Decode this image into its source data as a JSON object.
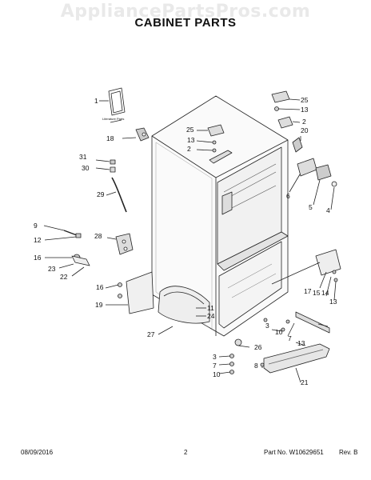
{
  "header": {
    "watermark": "AppliancePartsPros.com",
    "title": "CABINET PARTS"
  },
  "footer": {
    "date": "08/09/2016",
    "page": "2",
    "part_no": "Part No. W10629651",
    "rev": "Rev. B"
  },
  "literature_label": "Literature Parts",
  "callouts": [
    "1",
    "25",
    "13",
    "2",
    "20",
    "18",
    "25",
    "13",
    "2",
    "31",
    "30",
    "29",
    "6",
    "5",
    "4",
    "9",
    "12",
    "28",
    "16",
    "23",
    "22",
    "17",
    "15",
    "14",
    "13",
    "16",
    "19",
    "11",
    "24",
    "27",
    "3",
    "10",
    "7",
    "13",
    "26",
    "8",
    "3",
    "7",
    "10",
    "21"
  ]
}
